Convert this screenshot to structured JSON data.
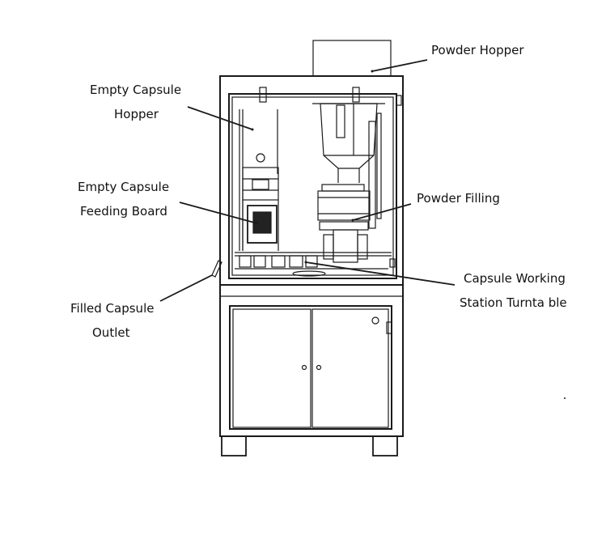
{
  "labels": {
    "powder_hopper": "Powder Hopper",
    "empty_capsule_hopper_1": "Empty Capsule",
    "empty_capsule_hopper_2": "Hopper",
    "feeding_board_1": "Empty Capsule",
    "feeding_board_2": "Feeding Board",
    "powder_filling": "Powder Filling",
    "working_station_1": "Capsule Working",
    "working_station_2": "Station Turnta ble",
    "filled_outlet_1": "Filled Capsule",
    "filled_outlet_2": "Outlet"
  },
  "colors": {
    "line": "#1a1a1a",
    "fill": "#ffffff"
  }
}
